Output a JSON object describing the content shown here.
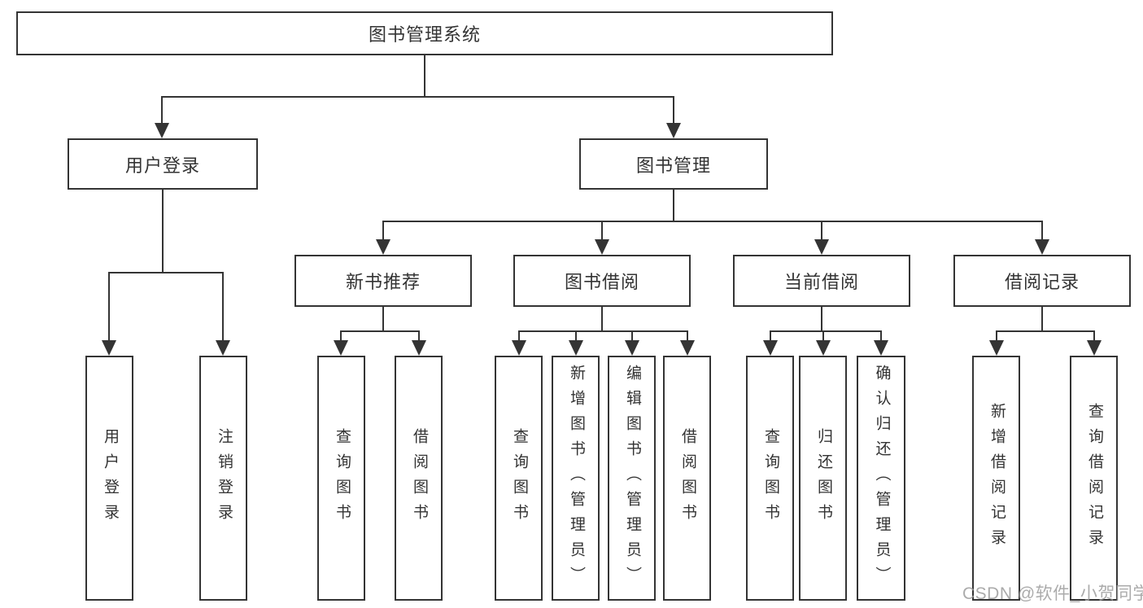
{
  "diagram": {
    "root": "图书管理系统",
    "level2": [
      {
        "label": "用户登录",
        "children": [
          {
            "label": "用户登录"
          },
          {
            "label": "注销登录"
          }
        ]
      },
      {
        "label": "图书管理",
        "children": [
          {
            "label": "新书推荐",
            "children": [
              {
                "label": "查询图书"
              },
              {
                "label": "借阅图书"
              }
            ]
          },
          {
            "label": "图书借阅",
            "children": [
              {
                "label": "查询图书"
              },
              {
                "label": "新增图书（管理员）"
              },
              {
                "label": "编辑图书（管理员）"
              },
              {
                "label": "借阅图书"
              }
            ]
          },
          {
            "label": "当前借阅",
            "children": [
              {
                "label": "查询图书"
              },
              {
                "label": "归还图书"
              },
              {
                "label": "确认归还（管理员）"
              }
            ]
          },
          {
            "label": "借阅记录",
            "children": [
              {
                "label": "新增借阅记录"
              },
              {
                "label": "查询借阅记录"
              }
            ]
          }
        ]
      }
    ]
  },
  "watermark": "CSDN @软件_小贺同学",
  "colors": {
    "line": "#343434",
    "text": "#333333",
    "watermark_text": "#9d9d9d",
    "background": "#ffffff"
  }
}
